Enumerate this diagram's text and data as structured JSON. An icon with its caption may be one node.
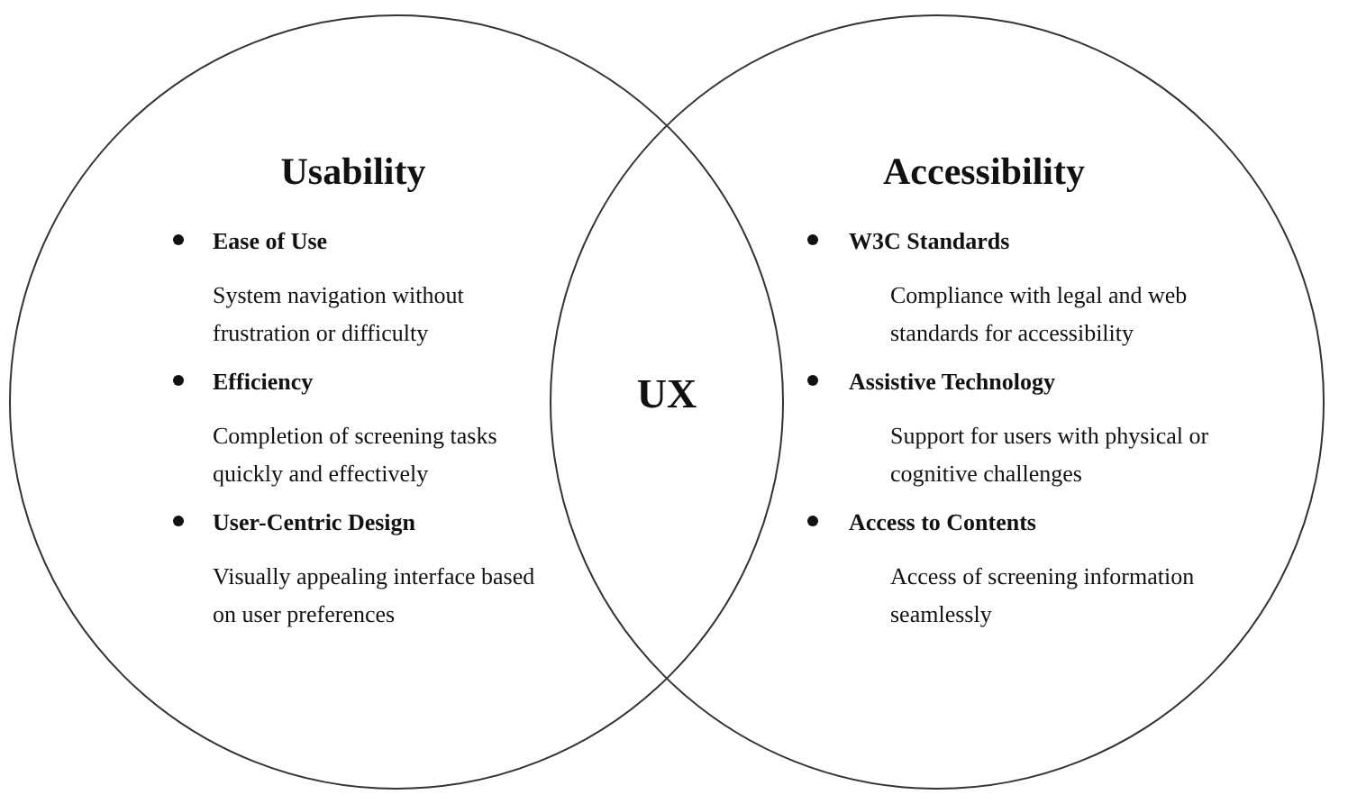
{
  "diagram": {
    "nodes": [
      {
        "text": [
          "Usability",
          "Ease of Use",
          "System navigation without frustration or difficulty",
          "Efficiency",
          "Completion of screening tasks quickly and effectively",
          "User-Centric Design",
          "Visually appealing interface based on user preferences"
        ]
      },
      {
        "text": [
          "Accessibility",
          "W3C Standards",
          "Compliance with legal and web standards for accessibility",
          "Assistive Technology",
          "Support for users with physical or cognitive challenges",
          "Access to Contents",
          "Access of screening information seamlessly"
        ]
      }
    ],
    "edges": [],
    "labels": [
      "UX"
    ]
  }
}
